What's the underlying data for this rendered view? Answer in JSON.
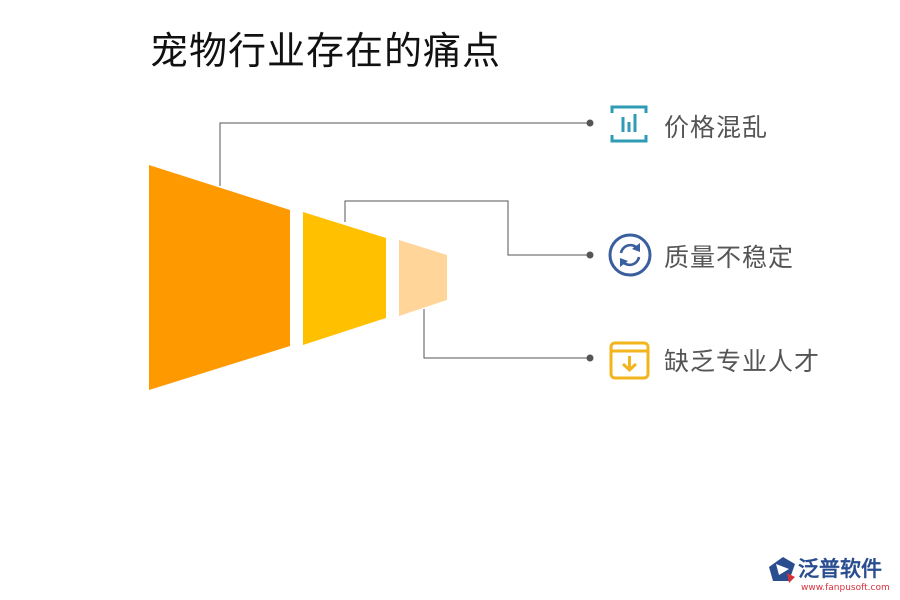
{
  "title": "宠物行业存在的痛点",
  "items": [
    {
      "label": "价格混乱",
      "icon": "bar-chart-icon",
      "color": "#2f9bb5"
    },
    {
      "label": "质量不稳定",
      "icon": "refresh-icon",
      "color": "#3a5f9e"
    },
    {
      "label": "缺乏专业人才",
      "icon": "download-box-icon",
      "color": "#f2b51d"
    }
  ],
  "funnel_colors": [
    "#ff9900",
    "#ffc000",
    "#ffd59a"
  ],
  "connector_color": "#555555",
  "logo": {
    "name": "泛普软件",
    "url": "www.fanpusoft.com"
  }
}
